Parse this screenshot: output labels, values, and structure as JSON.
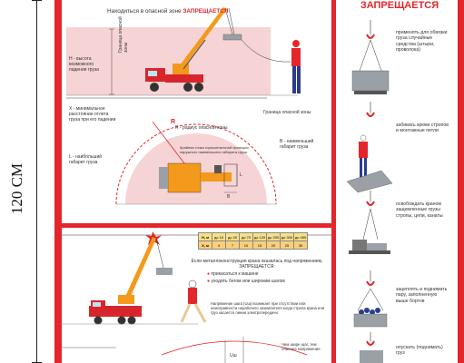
{
  "dimension": {
    "label": "120 СМ"
  },
  "right_column": {
    "title": "ЗАПРЕЩАЕТСЯ",
    "items": [
      {
        "text": "применять для обвязки груза случайные средства (штыри, проволока)"
      },
      {
        "text": "забивать крюки стропов и монтажные петли"
      },
      {
        "text": "освобождать краном защемленные грузы стропы, цепи, канаты"
      },
      {
        "text": "зацеплять и поднимать пару, заполненную выше бортов"
      },
      {
        "text": "опускать (поднимать) груз"
      }
    ]
  },
  "top_panel": {
    "heading_prefix": "Находиться в опасной зоне",
    "heading_red": "ЗАПРЕЩАЕТСЯ",
    "h_label": "Н - высота возможного падения груза",
    "h_axis": "Граница опасной зоны",
    "x_label": "Х - минимальное расстояние отлета груза при его падении",
    "r_label": "R - радиус опасной зоны",
    "border_label": "Граница опасной зоны",
    "l_label": "L - наибольший габарит груза",
    "b_label": "В - наименьший габарит груза",
    "edge_label": "Крайняя точка горизонтальной проекции наружного наименьшего габарита груза",
    "dim_r": "R",
    "dim_l": "L",
    "dim_b": "В"
  },
  "bottom_panel": {
    "table": {
      "row1_head": "H, м",
      "row1": [
        "до 10",
        "до 20",
        "до 70",
        "до 120",
        "до 200",
        "до 300",
        "до 450"
      ],
      "row2_head": "X, м",
      "row2": [
        "4",
        "7",
        "10",
        "15",
        "20",
        "25",
        "30"
      ]
    },
    "warning_title": "Если металлоконструкция крана оказалась под напряжением, ЗАПРЕЩАЕТСЯ:",
    "bullets": [
      "прикасаться к машине",
      "уходить бегом или широким шагом"
    ],
    "voltage_text": "Напряжение шага (Uш) возникает при отсутствии или неисправности нерабочего заземлителя когда стрела крана или груз касается линии электропередачи",
    "footer_text": "Чем шире шаг, тем опаснее напряжение",
    "u_label": "Uш"
  },
  "colors": {
    "poster_red": "#e3262b",
    "crane_orange": "#f39a1c",
    "truck_red": "#d7262b",
    "zone_pink": "#f6d3d4"
  }
}
